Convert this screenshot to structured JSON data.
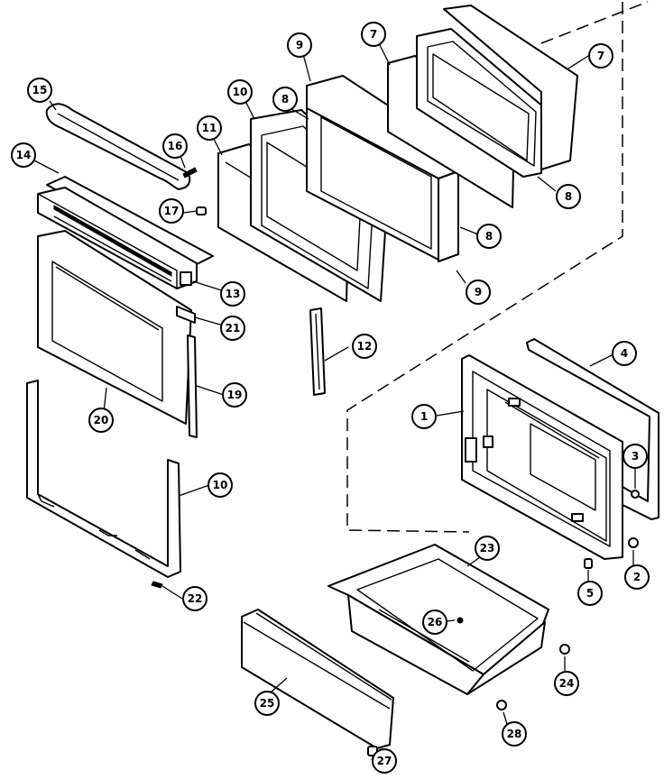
{
  "diagram": {
    "callouts": [
      {
        "id": "c1",
        "label": "1"
      },
      {
        "id": "c2",
        "label": "2"
      },
      {
        "id": "c3",
        "label": "3"
      },
      {
        "id": "c4",
        "label": "4"
      },
      {
        "id": "c5",
        "label": "5"
      },
      {
        "id": "c7a",
        "label": "7"
      },
      {
        "id": "c7b",
        "label": "7"
      },
      {
        "id": "c8a",
        "label": "8"
      },
      {
        "id": "c8b",
        "label": "8"
      },
      {
        "id": "c8c",
        "label": "8"
      },
      {
        "id": "c9a",
        "label": "9"
      },
      {
        "id": "c9b",
        "label": "9"
      },
      {
        "id": "c10a",
        "label": "10"
      },
      {
        "id": "c10b",
        "label": "10"
      },
      {
        "id": "c11",
        "label": "11"
      },
      {
        "id": "c12",
        "label": "12"
      },
      {
        "id": "c13",
        "label": "13"
      },
      {
        "id": "c14",
        "label": "14"
      },
      {
        "id": "c15",
        "label": "15"
      },
      {
        "id": "c16",
        "label": "16"
      },
      {
        "id": "c17",
        "label": "17"
      },
      {
        "id": "c19",
        "label": "19"
      },
      {
        "id": "c20",
        "label": "20"
      },
      {
        "id": "c21",
        "label": "21"
      },
      {
        "id": "c22",
        "label": "22"
      },
      {
        "id": "c23",
        "label": "23"
      },
      {
        "id": "c24",
        "label": "24"
      },
      {
        "id": "c25",
        "label": "25"
      },
      {
        "id": "c26",
        "label": "26"
      },
      {
        "id": "c27",
        "label": "27"
      },
      {
        "id": "c28",
        "label": "28"
      }
    ]
  }
}
